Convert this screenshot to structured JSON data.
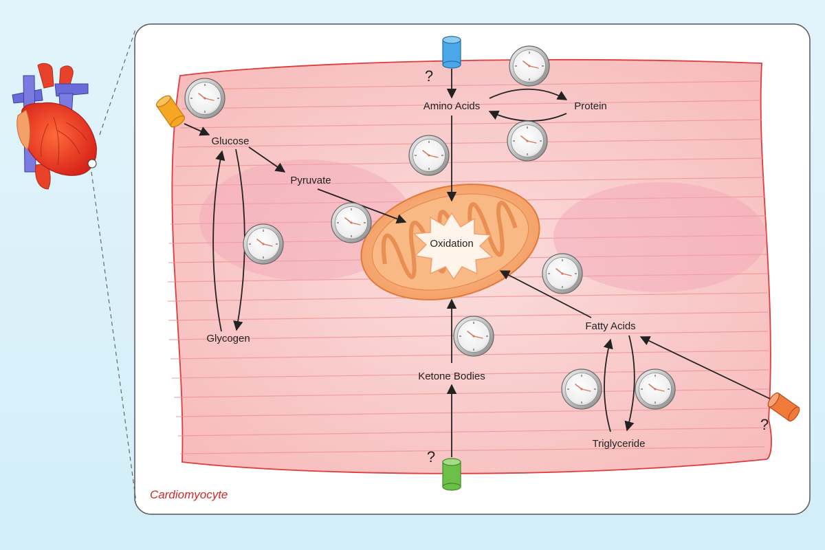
{
  "diagram": {
    "cell_label": "Cardiomyocyte",
    "center_label": "Oxidation",
    "metabolites": {
      "amino_acids": "Amino Acids",
      "protein": "Protein",
      "glucose": "Glucose",
      "pyruvate": "Pyruvate",
      "glycogen": "Glycogen",
      "ketone_bodies": "Ketone Bodies",
      "fatty_acids": "Fatty Acids",
      "triglyceride": "Triglyceride"
    },
    "unknown_marker": "?",
    "colors": {
      "cell_border": "#e03a3a",
      "cell_fill": "#f9c9c9",
      "cell_label": "#d02828",
      "mitochondrion": "#f5a068",
      "glucose_transporter": "#f5a623",
      "amino_acid_transporter": "#4aa8e8",
      "ketone_transporter": "#6cc04a",
      "fatty_acid_transporter": "#f07a3a"
    },
    "icons": [
      "heart-icon",
      "clock-icon",
      "transporter-icon"
    ]
  }
}
